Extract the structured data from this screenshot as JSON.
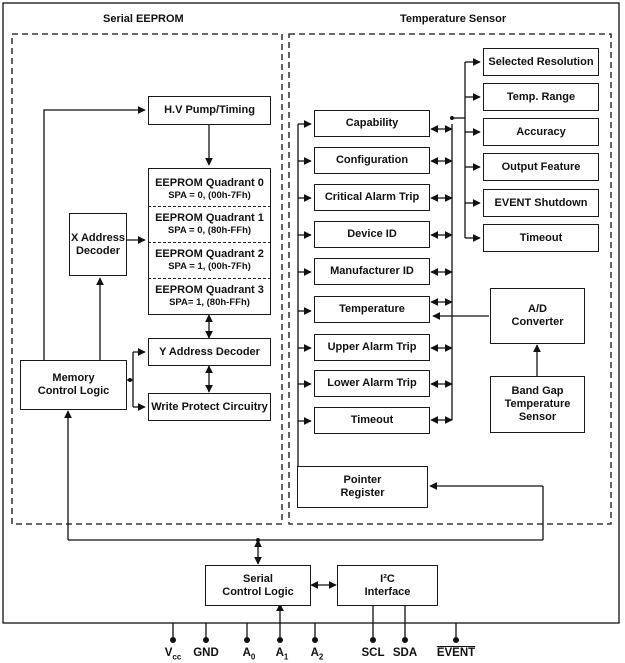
{
  "regions": {
    "eeprom": "Serial EEPROM",
    "sensor": "Temperature Sensor"
  },
  "eeprom": {
    "hv_pump": "H.V Pump/Timing",
    "quadrants": [
      {
        "title": "EEPROM Quadrant 0",
        "spa": "SPA = 0, (00h-7Fh)"
      },
      {
        "title": "EEPROM Quadrant 1",
        "spa": "SPA = 0, (80h-FFh)"
      },
      {
        "title": "EEPROM Quadrant 2",
        "spa": "SPA = 1, (00h-7Fh)"
      },
      {
        "title": "EEPROM Quadrant 3",
        "spa": "SPA= 1, (80h-FFh)"
      }
    ],
    "x_decoder": [
      "X Address",
      "Decoder"
    ],
    "y_decoder": "Y Address Decoder",
    "write_protect": "Write Protect Circuitry",
    "memory_control": [
      "Memory",
      "Control Logic"
    ]
  },
  "sensor": {
    "registers": [
      "Capability",
      "Configuration",
      "Critical Alarm Trip",
      "Device ID",
      "Manufacturer ID",
      "Temperature",
      "Upper Alarm Trip",
      "Lower Alarm Trip",
      "Timeout"
    ],
    "capability_fields": [
      "Selected Resolution",
      "Temp. Range",
      "Accuracy",
      "Output Feature",
      "EVENT Shutdown",
      "Timeout"
    ],
    "pointer": [
      "Pointer",
      "Register"
    ],
    "ad_converter": [
      "A/D",
      "Converter"
    ],
    "band_gap": [
      "Band Gap",
      "Temperature",
      "Sensor"
    ]
  },
  "bus": {
    "serial_control": [
      "Serial",
      "Control Logic"
    ],
    "i2c": [
      "I²C",
      "Interface"
    ]
  },
  "pins": [
    {
      "main": "V",
      "sub": "cc"
    },
    {
      "main": "GND",
      "sub": ""
    },
    {
      "main": "A",
      "sub": "0"
    },
    {
      "main": "A",
      "sub": "1"
    },
    {
      "main": "A",
      "sub": "2"
    },
    {
      "main": "SCL",
      "sub": ""
    },
    {
      "main": "SDA",
      "sub": ""
    },
    {
      "main": "EVENT",
      "sub": ""
    }
  ]
}
